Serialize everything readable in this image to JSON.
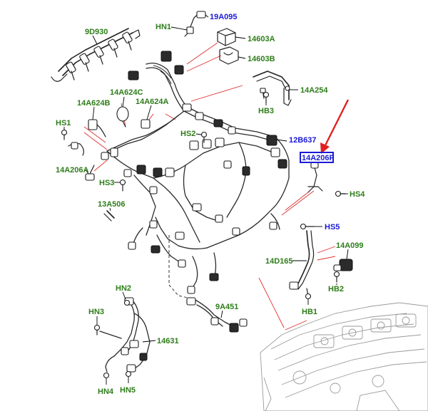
{
  "labels": [
    {
      "id": "9D930",
      "text": "9D930",
      "color": "green"
    },
    {
      "id": "HN1",
      "text": "HN1",
      "color": "green"
    },
    {
      "id": "19A095",
      "text": "19A095",
      "color": "blue"
    },
    {
      "id": "14603A",
      "text": "14603A",
      "color": "green"
    },
    {
      "id": "14603B",
      "text": "14603B",
      "color": "green"
    },
    {
      "id": "14A254",
      "text": "14A254",
      "color": "green"
    },
    {
      "id": "HB3",
      "text": "HB3",
      "color": "green"
    },
    {
      "id": "14A624C",
      "text": "14A624C",
      "color": "green"
    },
    {
      "id": "14A624B",
      "text": "14A624B",
      "color": "green"
    },
    {
      "id": "14A624A",
      "text": "14A624A",
      "color": "green"
    },
    {
      "id": "HS1",
      "text": "HS1",
      "color": "green"
    },
    {
      "id": "HS2",
      "text": "HS2",
      "color": "green"
    },
    {
      "id": "12B637",
      "text": "12B637",
      "color": "blue"
    },
    {
      "id": "14A206F",
      "text": "14A206F",
      "color": "blue"
    },
    {
      "id": "14A206A",
      "text": "14A206A",
      "color": "green"
    },
    {
      "id": "HS3",
      "text": "HS3",
      "color": "green"
    },
    {
      "id": "HS4",
      "text": "HS4",
      "color": "green"
    },
    {
      "id": "13A506",
      "text": "13A506",
      "color": "green"
    },
    {
      "id": "HS5",
      "text": "HS5",
      "color": "blue"
    },
    {
      "id": "14A099",
      "text": "14A099",
      "color": "green"
    },
    {
      "id": "14D165",
      "text": "14D165",
      "color": "green"
    },
    {
      "id": "HB2",
      "text": "HB2",
      "color": "green"
    },
    {
      "id": "HB1",
      "text": "HB1",
      "color": "green"
    },
    {
      "id": "HN2",
      "text": "HN2",
      "color": "green"
    },
    {
      "id": "HN3",
      "text": "HN3",
      "color": "green"
    },
    {
      "id": "9A451",
      "text": "9A451",
      "color": "green"
    },
    {
      "id": "14631",
      "text": "14631",
      "color": "green"
    },
    {
      "id": "HN4",
      "text": "HN4",
      "color": "green"
    },
    {
      "id": "HN5",
      "text": "HN5",
      "color": "green"
    }
  ],
  "highlight": {
    "label_id": "14A206F",
    "box_color": "#1a1ad6",
    "arrow_color": "#e02020"
  },
  "colors": {
    "green_label": "#2e7d1a",
    "blue_label": "#1a1ad6",
    "reference_line": "#e03030"
  }
}
